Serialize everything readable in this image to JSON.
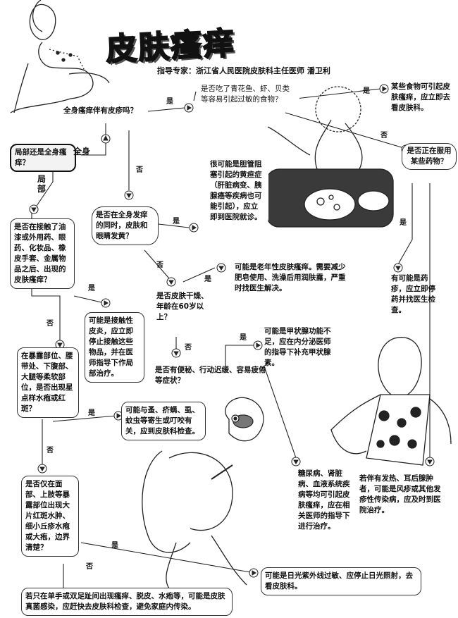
{
  "header": {
    "title": "皮肤瘙痒",
    "subtitle": "指导专家：浙江省人民医院皮肤科主任医师 潘卫利"
  },
  "nodes": {
    "local_or_whole": "局部还是全身瘙痒？",
    "rash_q": "全身瘙痒伴有皮疹吗？",
    "food_q": "是否吃了青花鱼、虾、贝类等容易引起过敏的食物？",
    "food_a": "某些食物可引起皮肤瘙痒，应立即去看皮肤科。",
    "drug_q": "是否正在服用某些药物？",
    "drug_a": "有可能是药疹，应立即停药并找医生检查。",
    "jaundice_q": "是否在全身发痒的同时，皮肤和眼睛发黄？",
    "jaundice_a": "很可能是胆管阻塞引起的黄疸症（肝脏病变、胰腺癌等疾病也可能引起），应立即到医院就诊。",
    "dry_q": "是否皮肤干燥、年龄在60岁以上？",
    "dry_a": "可能是老年性皮肤瘙痒。需要减少肥皂使用、洗澡后用润肤露，严重时找医生解决。",
    "constipation_q": "是否有便秘、行动迟缓、容易疲倦等症状？",
    "thyroid_a": "可能是甲状腺功能不足，应在内分泌医师的指导下补充甲状腺素。",
    "systemic_a": "糖尿病、肾脏病、血液系统疾病等均可引起皮肤瘙痒，应在相关医师的指导下进行治疗。",
    "fever_a": "若伴有发热、耳后腺肿者，可能是风疹或其他发疹性传染病，应及时到医院治疗。",
    "contact_q": "是否在接触了油漆或外用药、眼药、化妆品、橡皮手套、金属物品之后、出现的皮肤瘙痒？",
    "contact_a": "可能是接触性皮炎，应立即停止接触这些物品，并在医师指导下作局部治疗。",
    "blister_q": "在暴露部位、腰带处、下腹部、大腿等柔软部位，是否出现星点样水疱或红斑？",
    "insect_a": "可能与蚤、疥螨、虱、蚊虫等寄生或叮咬有关，应到皮肤科检查。",
    "face_q": "是否仅在面部、上肢等暴露部位出现大片红斑水肿、细小丘疹水疱或大疱，边界清楚？",
    "sun_a": "可能是日光紫外线过敏、应停止日光照射，去看皮肤科。",
    "fungus_a": "若只在单手或双足趾间出现瘙痒、脱皮、水疱等，可能是皮肤真菌感染，应赶快去皮肤科检查，避免家庭内传染。"
  },
  "labels": {
    "yes": "是",
    "no": "否",
    "whole": "全身",
    "local": "局部"
  },
  "colors": {
    "line": "#222222",
    "box_border": "#333333",
    "title_shadow": "#555555"
  }
}
